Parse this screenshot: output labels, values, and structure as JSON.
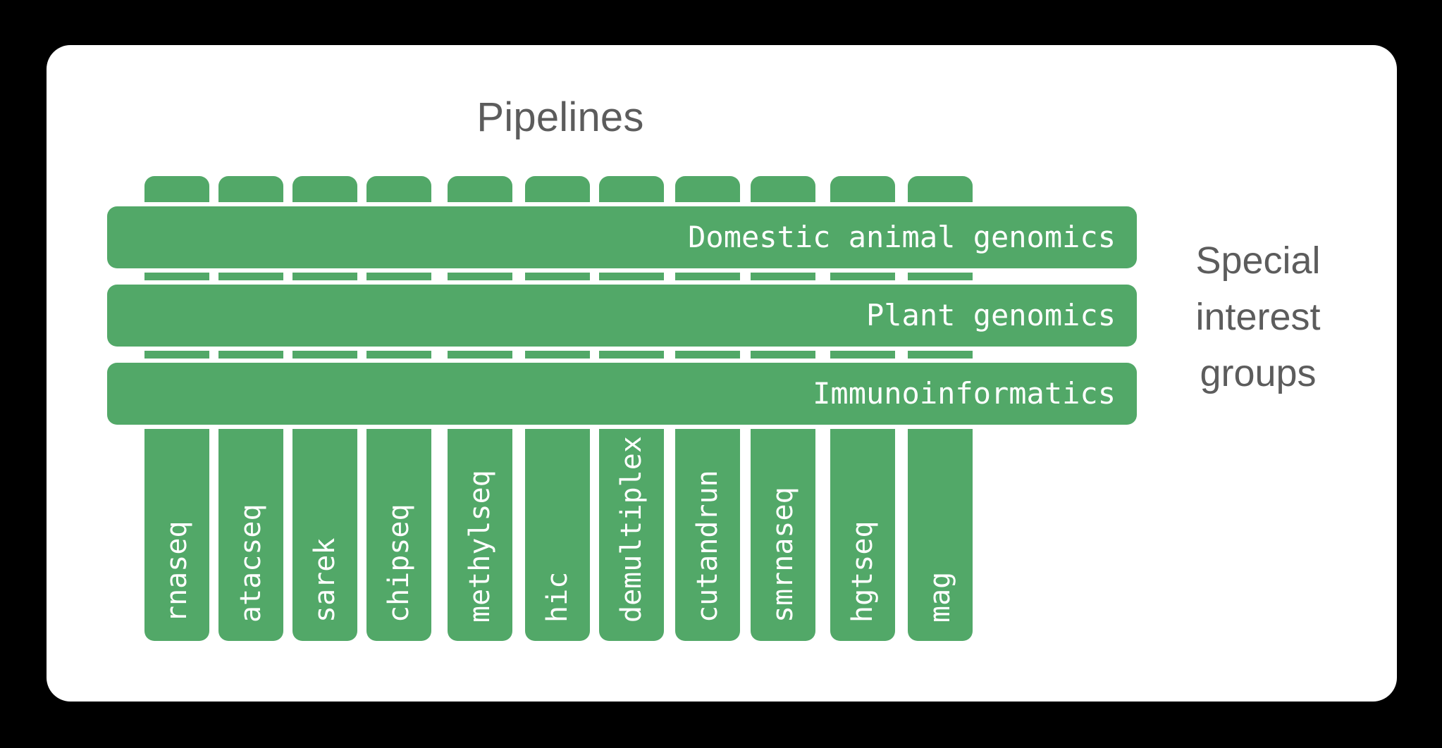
{
  "canvas": {
    "background_color": "#000000",
    "card_color": "#ffffff"
  },
  "palette": {
    "bar_green": "#52a868",
    "label_white": "#ffffff",
    "heading_gray": "#5c5c5c"
  },
  "headings": {
    "pipelines_title": "Pipelines",
    "sig_caption_line1": "Special",
    "sig_caption_line2": "interest",
    "sig_caption_line3": "groups"
  },
  "pipelines": [
    {
      "label": "rnaseq"
    },
    {
      "label": "atacseq"
    },
    {
      "label": "sarek"
    },
    {
      "label": "chipseq"
    },
    {
      "label": "methylseq"
    },
    {
      "label": "hic"
    },
    {
      "label": "demultiplex"
    },
    {
      "label": "cutandrun"
    },
    {
      "label": "smrnaseq"
    },
    {
      "label": "hgtseq"
    },
    {
      "label": "mag"
    }
  ],
  "special_interest_groups": [
    {
      "label": "Domestic animal genomics"
    },
    {
      "label": "Plant genomics"
    },
    {
      "label": "Immunoinformatics"
    }
  ],
  "chart_data": {
    "type": "table",
    "title": "Pipelines",
    "xlabel": "Pipelines",
    "ylabel": "Special interest groups",
    "categories": [
      "rnaseq",
      "atacseq",
      "sarek",
      "chipseq",
      "methylseq",
      "hic",
      "demultiplex",
      "cutandrun",
      "smrnaseq",
      "hgtseq",
      "mag"
    ],
    "series": [
      {
        "name": "Domestic animal genomics",
        "values": [
          1,
          1,
          1,
          1,
          1,
          1,
          1,
          1,
          1,
          1,
          1
        ]
      },
      {
        "name": "Plant genomics",
        "values": [
          1,
          1,
          1,
          1,
          1,
          1,
          1,
          1,
          1,
          1,
          1
        ]
      },
      {
        "name": "Immunoinformatics",
        "values": [
          1,
          1,
          1,
          1,
          1,
          1,
          1,
          1,
          1,
          1,
          1
        ]
      }
    ],
    "legend": "none",
    "grid": false,
    "notes": "Grid/lattice diagram: 11 vertical pipeline bars crossed by 3 horizontal special-interest-group bars; every pipeline intersects every group."
  },
  "geometry": {
    "vbar_left_start": 205,
    "vbar_pitch": 105,
    "vbar_width": 92,
    "vbar_top": 250,
    "vbar_height": 660,
    "hbar_left": 152,
    "hbar_width": 1461,
    "hbar_height": 88,
    "hbar_tops": [
      293,
      404,
      515
    ]
  }
}
